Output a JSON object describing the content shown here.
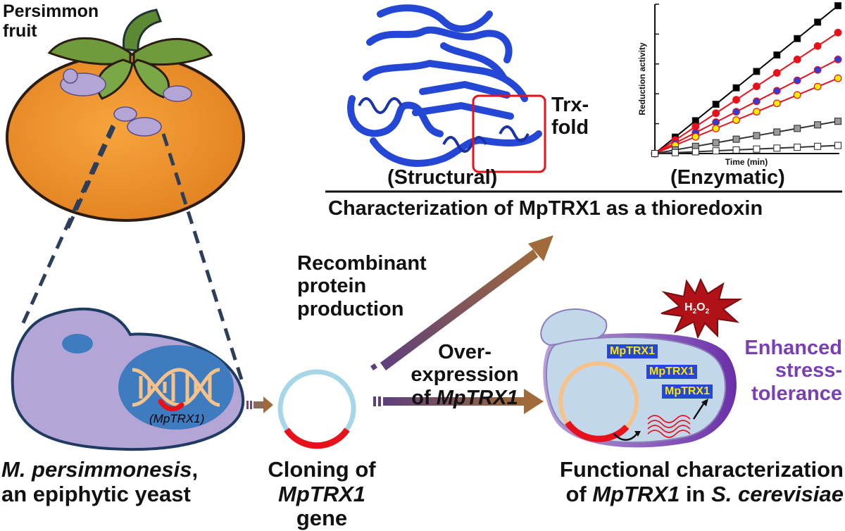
{
  "fruit": {
    "name_line1": "Persimmon",
    "name_line2": "fruit"
  },
  "yeast": {
    "gene_label": "(MpTRX1)",
    "caption_italic": "M. persimmonesis",
    "caption_rest": ",",
    "caption_line2": "an epiphytic yeast"
  },
  "cloning": {
    "caption_line1": "Cloning of",
    "caption_gene": "MpTRX1",
    "caption_rest": " gene"
  },
  "recombinant": {
    "line1": "Recombinant",
    "line2": "protein",
    "line3": "production"
  },
  "overexpression": {
    "line1": "Over-",
    "line2": "expression",
    "line3_prefix": "of ",
    "line3_gene": "MpTRX1"
  },
  "structure": {
    "trx_line1": "Trx-",
    "trx_line2": "fold",
    "caption": "(Structural)"
  },
  "enzymatic": {
    "caption": "(Enzymatic)",
    "chart_data": {
      "type": "line",
      "title": "",
      "xlabel": "Time (min)",
      "ylabel": "Reduction activity",
      "x": [
        0,
        1,
        2,
        3,
        4,
        5,
        6,
        7,
        8,
        9
      ],
      "ylim": [
        0,
        5
      ],
      "series": [
        {
          "values": [
            0,
            0.55,
            1.1,
            1.65,
            2.2,
            2.75,
            3.3,
            3.85,
            4.4,
            4.95
          ],
          "color": "#000000",
          "marker_fill": "#000000",
          "marker": "square"
        },
        {
          "values": [
            0,
            0.45,
            0.9,
            1.35,
            1.8,
            2.25,
            2.7,
            3.15,
            3.6,
            4.05
          ],
          "color": "#e8101a",
          "marker_fill": "#e8101a",
          "marker": "circle"
        },
        {
          "values": [
            0,
            0.35,
            0.7,
            1.05,
            1.4,
            1.75,
            2.1,
            2.45,
            2.8,
            3.15
          ],
          "color": "#e8101a",
          "marker_fill": "#2a3ed8",
          "marker": "circle"
        },
        {
          "values": [
            0,
            0.28,
            0.56,
            0.84,
            1.12,
            1.4,
            1.68,
            1.96,
            2.24,
            2.52
          ],
          "color": "#e8101a",
          "marker_fill": "#ffee00",
          "marker": "circle"
        },
        {
          "values": [
            0,
            0.12,
            0.24,
            0.36,
            0.48,
            0.6,
            0.72,
            0.84,
            0.96,
            1.08
          ],
          "color": "#333333",
          "marker_fill": "#9a9a9a",
          "marker": "square"
        },
        {
          "values": [
            0,
            0.03,
            0.06,
            0.09,
            0.12,
            0.15,
            0.18,
            0.21,
            0.24,
            0.27
          ],
          "color": "#333333",
          "marker_fill": "#ffffff",
          "marker": "square"
        }
      ]
    }
  },
  "characterization": {
    "caption": "Characterization of MpTRX1 as a thioredoxin"
  },
  "cell": {
    "protein_label": "MpTRX1",
    "h2o2_main": "H",
    "h2o2_sub1": "2",
    "h2o2_mid": "O",
    "h2o2_sub2": "2"
  },
  "enhanced": {
    "line1": "Enhanced",
    "line2": "stress-",
    "line3": "tolerance"
  },
  "functional": {
    "line1": "Functional characterization",
    "line2_prefix": "of ",
    "line2_gene": "MpTRX1",
    "line2_mid": " in ",
    "line2_species": "S. cerevisiae"
  },
  "colors": {
    "persimmon": "#f0922e",
    "leaf": "#6f9b3c",
    "yeast_body": "#b3a5d6",
    "nucleus": "#3f7bbf",
    "dna": "#f5c289",
    "plasmid": "#a6d6e8",
    "insert": "#e8101a",
    "protein": "#2447d6",
    "arrow_brown": "#a06a3a",
    "arrow_purple": "#5d3f7c",
    "cell_wall": "#7747a8",
    "accent_purple": "#7a3fb4"
  }
}
